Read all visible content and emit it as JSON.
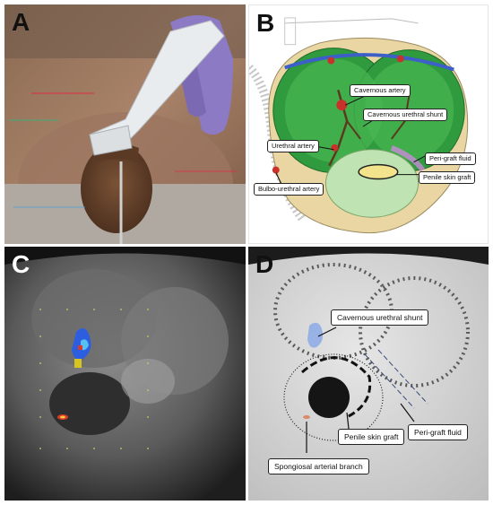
{
  "figure": {
    "panels": {
      "a": {
        "letter": "A"
      },
      "b": {
        "letter": "B",
        "labels": {
          "cavernous_artery": "Cavernous artery",
          "cavernous_urethral_shunt": "Cavernous urethral shunt",
          "urethral_artery": "Urethral artery",
          "peri_graft_fluid": "Peri-graft fluid",
          "bulbo_urethral_artery": "Bulbo-urethral artery",
          "penile_skin_graft": "Penile skin graft"
        }
      },
      "c": {
        "letter": "C"
      },
      "d": {
        "letter": "D",
        "labels": {
          "cavernous_urethral_shunt": "Cavernous urethral shunt",
          "penile_skin_graft": "Penile skin graft",
          "peri_graft_fluid": "Peri-graft fluid",
          "spongiosal_arterial_branch": "Spongiosal arterial branch"
        }
      }
    }
  }
}
